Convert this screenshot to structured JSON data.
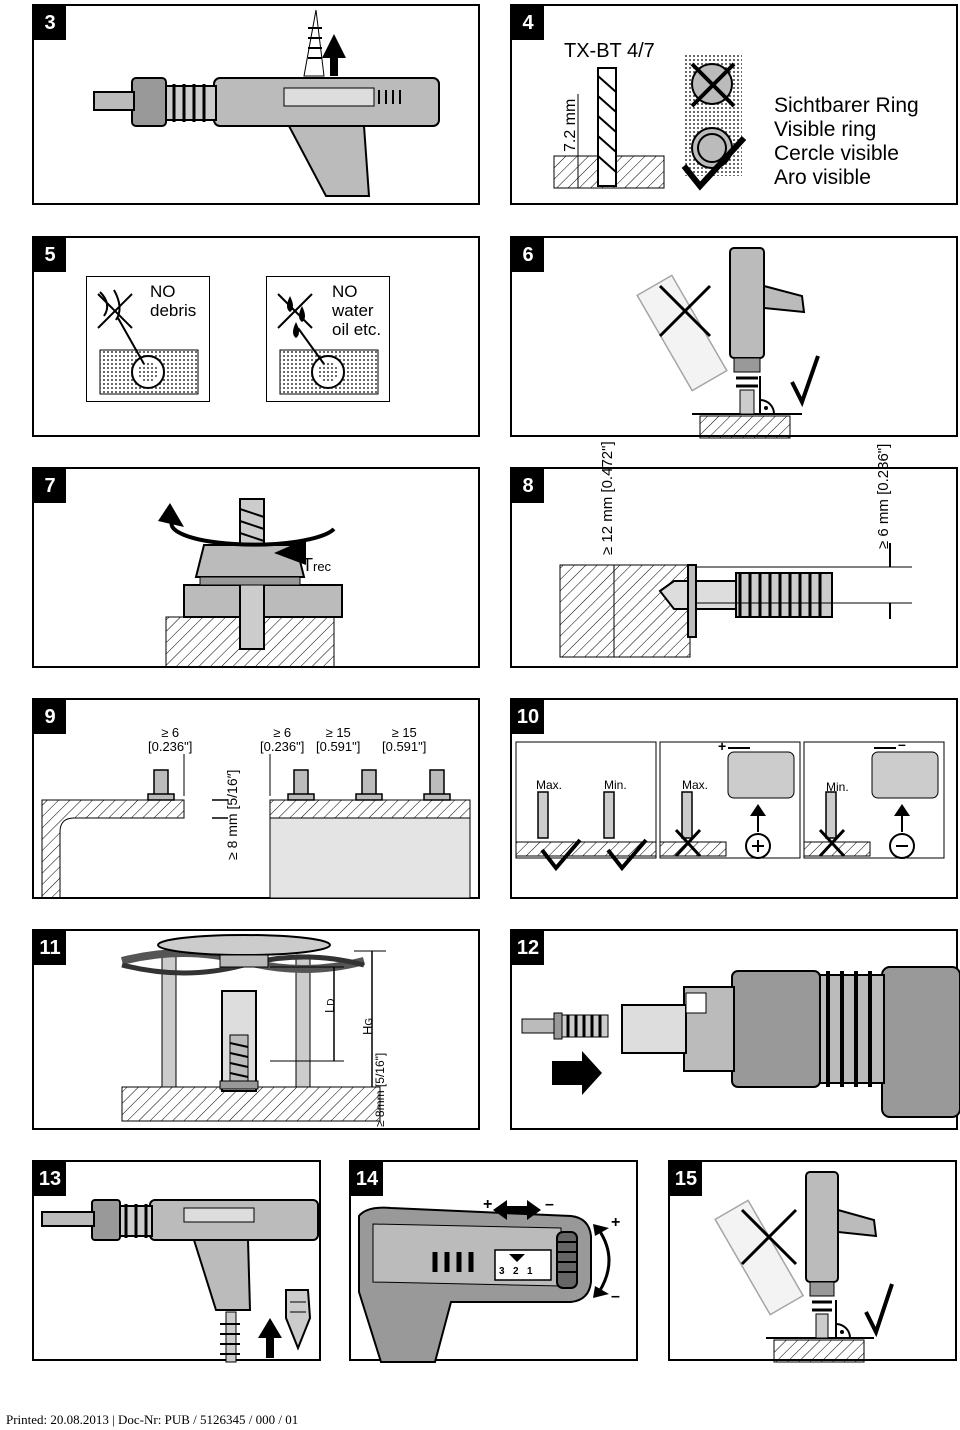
{
  "panels": {
    "p3": {
      "num": "3"
    },
    "p4": {
      "num": "4",
      "fastener": "TX-BT 4/7",
      "depth": "7.2 mm",
      "visible_lines": [
        "Sichtbarer Ring",
        "Visible ring",
        "Cercle visible",
        "Aro visible"
      ]
    },
    "p5": {
      "num": "5",
      "no_debris": [
        "NO",
        "debris"
      ],
      "no_water": [
        "NO",
        "water",
        "oil etc."
      ]
    },
    "p6": {
      "num": "6"
    },
    "p7": {
      "num": "7",
      "torque": "T",
      "torque_sub": "rec"
    },
    "p8": {
      "num": "8",
      "depth_min": "≥ 12 mm",
      "depth_inch": "[0.472\"]",
      "edge_min": "≥ 6 mm",
      "edge_inch": "[0.236\"]"
    },
    "p9": {
      "num": "9",
      "a_min": "≥ 6",
      "a_inch": "[0.236\"]",
      "b_min": "≥ 6",
      "b_inch": "[0.236\"]",
      "c_min": "≥ 15",
      "c_inch": "[0.591\"]",
      "d_min": "≥ 15",
      "d_inch": "[0.591\"]",
      "thickness": "≥ 8 mm [5/16″]"
    },
    "p10": {
      "num": "10",
      "max": "Max.",
      "min": "Min.",
      "plus": "+",
      "minus": "–"
    },
    "p11": {
      "num": "11",
      "ld": "L",
      "ld_sub": "D",
      "hg": "H",
      "hg_sub": "G",
      "thk": "≥ 8mm",
      "thk_inch": "[5/16\"]"
    },
    "p12": {
      "num": "12"
    },
    "p13": {
      "num": "13"
    },
    "p14": {
      "num": "14",
      "plus": "+",
      "minus": "–",
      "scale": [
        "3",
        "2",
        "1"
      ]
    },
    "p15": {
      "num": "15"
    }
  },
  "footer": "Printed: 20.08.2013 | Doc-Nr: PUB / 5126345 / 000 / 01"
}
